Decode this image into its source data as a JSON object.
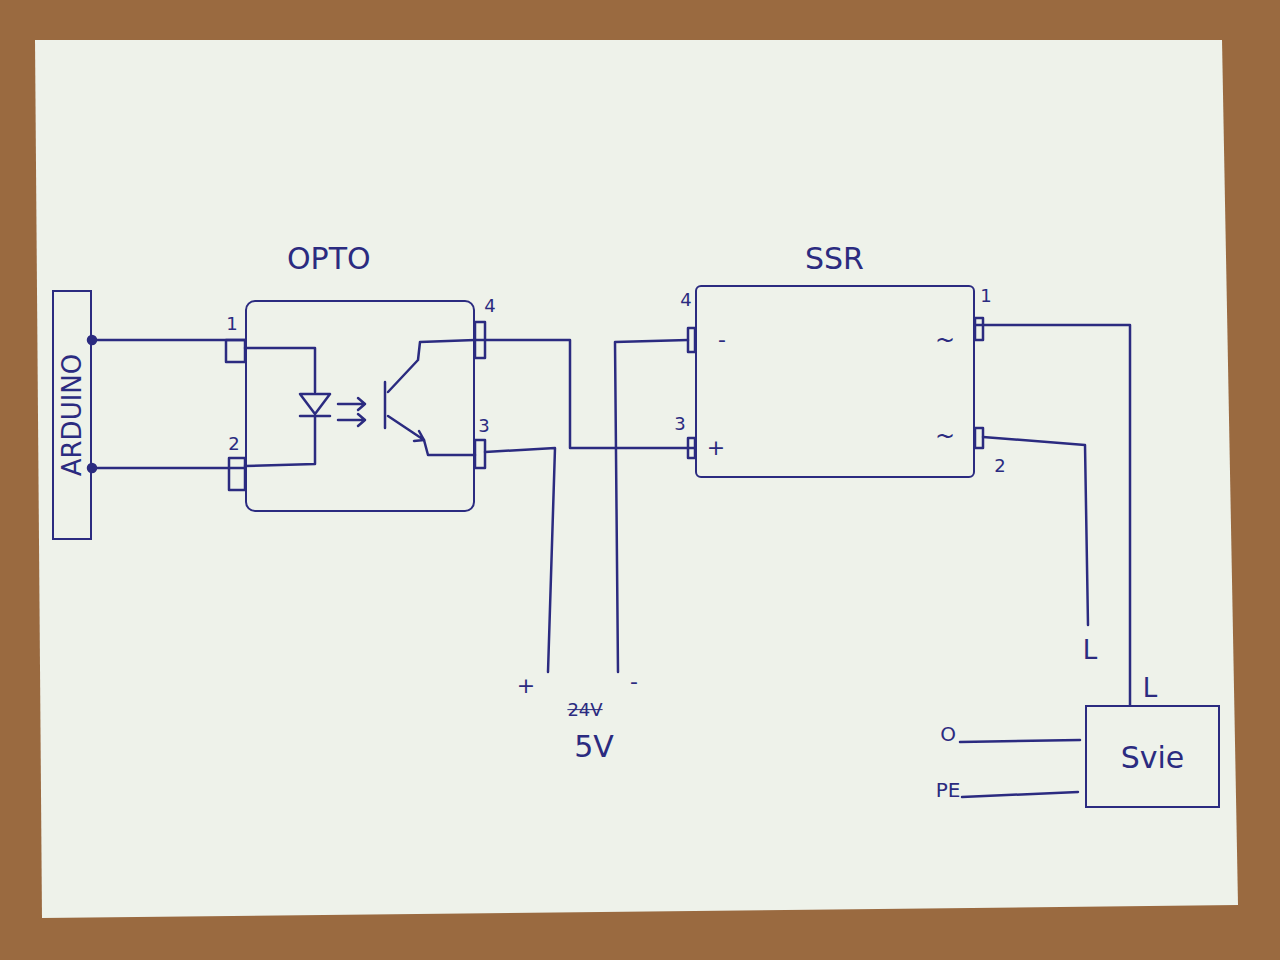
{
  "diagram": {
    "nodes": [
      {
        "text": [
          "ARDUINO"
        ]
      },
      {
        "text": [
          "OPTO"
        ]
      },
      {
        "text": [
          "SSR"
        ]
      },
      {
        "text": [
          "Svie"
        ]
      }
    ],
    "edges": [
      {
        "from": 0,
        "to": 1,
        "arrow": "none"
      },
      {
        "from": 0,
        "to": 1,
        "arrow": "none"
      },
      {
        "from": 1,
        "to": 2,
        "arrow": "none"
      },
      {
        "from": 2,
        "to": 3,
        "label": "L",
        "arrow": "none"
      }
    ],
    "labels": [
      "1",
      "2",
      "4",
      "3",
      "4",
      "-",
      "3",
      "+",
      "1",
      "~",
      "~",
      "2",
      "+",
      "-",
      "24V",
      "5V",
      "L",
      "O",
      "PE"
    ]
  }
}
